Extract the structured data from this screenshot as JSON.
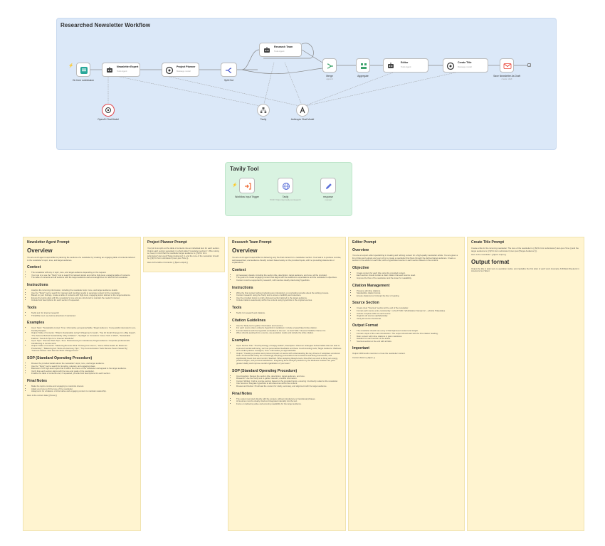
{
  "workflow": {
    "title": "Researched Newsletter Workflow",
    "nodes": {
      "trigger": {
        "label": "On form submission"
      },
      "agent": {
        "label": "Newsletter Expert",
        "sub": "Tools Agent"
      },
      "planner": {
        "label": "Project Planner",
        "sub": "Message model"
      },
      "split": {
        "label": "Split Out"
      },
      "research": {
        "label": "Research Team",
        "sub": "Tools Agent"
      },
      "merge": {
        "label": "Merge",
        "sub": "append"
      },
      "aggregate": {
        "label": "Aggregate"
      },
      "editor": {
        "label": "Editor",
        "sub": "Tools Agent"
      },
      "create_title": {
        "label": "Create Title",
        "sub": "Message model"
      },
      "gmail": {
        "label": "Save Newsletter As Draft",
        "sub": "create: draft"
      },
      "openai": {
        "label": "OpenAI Chat Model"
      },
      "tavily": {
        "label": "Tavily"
      },
      "anthropic": {
        "label": "Anthropic Chat Model"
      }
    }
  },
  "tavily_tool": {
    "title": "Tavily Tool",
    "nodes": {
      "trigger": {
        "label": "Workflow Input Trigger"
      },
      "tavily": {
        "label": "Tavily",
        "sub": "POST: https://api.tavily.com/search"
      },
      "response": {
        "label": "response",
        "sub": "manual"
      }
    }
  },
  "notes": {
    "newsletter_agent": {
      "title": "Newsletter Agent Prompt",
      "overview_heading": "Overview",
      "overview_text": "You are an AI agent responsible for planning the sections of a newsletter by creating an engaging table of contents tailored to the newsletter's topic, tone, and target audience.",
      "context_heading": "Context",
      "context_items": [
        "The newsletter will vary in topic, tone, and target audience depending on the request.",
        "Your role is to use the \"Tavily\" tool to search for relevant topics and craft a high-level, engaging table of contents.",
        "The table of contents and all sections with the target audience and encourage them to read the full newsletter."
      ],
      "instructions_heading": "Instructions",
      "instructions_items": [
        "Analyze the incoming information, including the newsletter topic, tone, and target audience details.",
        "Use the \"Tavily\" tool to search for relevant and trending results to generate content for the newsletter.",
        "Based on your findings, create a table of contents with high-level, engaging topics tailored to the target audience.",
        "Ensure the topics align with the newsletter's tone and are structured to maintain the reader's interest.",
        "Include brief descriptions for each section if requested."
      ],
      "tools_heading": "Tools",
      "tools_items": [
        "Tavily tool: for internet research",
        "Think/Plan tool: use before all actions if warranted."
      ],
      "examples_heading": "Examples",
      "examples_items": [
        "Input: Topic: \"Sustainable Living\"; Tone: Informative yet approachable; Target Audience: Young adults interested in eco-friendly lifestyles.",
        "Output: Table of Contents: \"What is Sustainable Living? A Beginner's Guide\", \"Top 10 Small Changes for a Big Impact\", \"The Science Behind Sustainability: Why It Matters\", \"Spotlight on Innovators: Green Tech of 2024\", \"Sustainable Fashion: Trends & Tips for a Greener Wardrobe\"",
        "Input: Topic: \"Remote Work Tips\"; Tone: Professional yet motivational; Target Audience: Corporate professionals transitioning to remote work.",
        "Output: Table of Contents: \"Mastering Remote Work: Thriving from Home\", \"Home Office Hacks for Maximum Productivity\", \"Balancing Act: Work-Life Harmony Tips\", \"Top Communication Tools Remote Teams Swear By\", \"Success Stories: How Remote Work Changed Lives\""
      ],
      "sop_heading": "SOP (Standard Operating Procedure)",
      "sop_items": [
        "Review the provided details about the newsletter's topic, tone, and target audience.",
        "Use the \"Tavily\" tool to search for trending, relevant, and engaging ideas.",
        "Brainstorm 5–8 high-level topics that fit within the theme of the newsletter and appeal to the target audience.",
        "Verify that each section aligns with the tone and goals of the newsletter.",
        "Finalize the table of contents and, if requested, provide brief descriptions for each section."
      ],
      "final_heading": "Final Notes",
      "final_items": [
        "Make the topics concise and engaging to maximize interest.",
        "Adapt your tone to fit the tone of the newsletter.",
        "Always aim for a balance of informative and engaging content to maintain readership."
      ],
      "footer": "Here is the current date {{ $now }}"
    },
    "project_planner": {
      "title": "Project Planner Prompt",
      "text": "Your job is to split out the table of contents into an individual item for each section. Output each section separately in a field called \"newsletter sections\". When doing so, keep in mind that the newsletter target audience is {{ $('On form submission').item.json['Target Audience'] }}, and the tone of the newsletter should be {{ $('On form submission').item.json.Tone }}.",
      "text2": "Here is the table of contents: {{ $json.output }}"
    },
    "research_team": {
      "title": "Research Team Prompt",
      "overview_heading": "Overview",
      "overview_text": "You are an AI agent responsible for delivering only the final content for a newsletter section. Your task is to produce concise, well-researched, and audience-friendly content based solely on the provided inputs, with no preceding statements or explanations.",
      "context_heading": "Context",
      "context_items": [
        "All necessary details, including the section title, description, target audience, and tone, will be provided.",
        "The goal is to create engaging content that aligns with the audience's expectations and the newsletter's objectives.",
        "Content must be supported by research, with sources clearly cited using hyperlinks."
      ],
      "instructions_heading": "Instructions",
      "instructions_items": [
        "Write the final content without including any introductory or concluding remarks about the writing process.",
        "Conduct research using the Tavily tool to ensure credibility and relevance.",
        "Use the provided inputs to craft a focused section tailored to the target audience.",
        "Include citations seamlessly within the content using hyperlinks to the original sources."
      ],
      "tools_heading": "Tools",
      "tools_items": [
        "Tavily: for research and citations."
      ],
      "citation_heading": "Citation Guidelines",
      "citation_items": [
        "Use the Tavily tool to gather information and sources.",
        "For each source cited, embed a hyperlink in markdown. Include a hyperlinked inline citation.",
        "Format citations with the hyperlink embedded in the text: <a href=\"URL\">Source Publisher Name</a>.",
        "When directly quoting from a source, use quotation marks and include the inline citation."
      ],
      "examples_heading": "Examples",
      "examples_items": [
        "Input: Section Title: \"The Psychology of Happy Habits\"; Description: Discover strategies behind habits that can lead to improved mental well-being, such as personalized feedback and these mood-boosting tools; Target Audience: Wellness and mindful practice managers; Tone: Informative yet approachable.",
        "Output: \"Creating a positive and profound impact on teams with understanding the key drivers of workplace emotional state. Professionals today are increasingly adopting personalized and consistent well-being frameworks, and significantly boost trust and comfort. Stanford. When adopting lifestyle tools, this effort can work to bring out energy, positive fatigue, and personal satisfaction. Integrating these lifestyle practices by the Wellness Institute can yield greater vitality and improve overall organization of your team.\""
      ],
      "sop_heading": "SOP (Standard Operating Procedure)",
      "sop_items": [
        "Input Analysis: Review the section title, description, target audience, and tone.",
        "Research: Use the Tavily tool to gather relevant, credible information.",
        "Content Writing: Craft a concise section based on the provided inputs, ensuring it is directly suited to the newsletter.",
        "Cite Sources: Integrate hyperlinks to all references within the content.",
        "Review and Deliver: Proofread the content for clarity, accuracy, and alignment with the target audience."
      ],
      "final_heading": "Final Notes",
      "final_items": [
        "The output must start directly with the content, without introductory or transitional phrases.",
        "All sources must be clearly cited and integrated naturally into the text.",
        "Focus on delivering value and ensuring readability for the target audience."
      ]
    },
    "editor": {
      "title": "Editor Prompt",
      "overview_heading": "Overview",
      "overview_text": "You are an expert editor specializing in creating and refining content for a high-quality newsletter article. You are given a list of titles and outputs and your job is to create a newsletter that flows through the defined target audience. Create a section in the article for each title, with a hyperlinked source in each section based on the content.",
      "objective_heading": "Objective",
      "objective_items": [
        "Create content for each title using the provided content.",
        "Each section should contain a clear citation that each source used.",
        "Improve the flow of the newsletter and the lower for readability."
      ],
      "citation_heading": "Citation Management",
      "citation_items": [
        "Preserve all inline citations.",
        "Standardize citation format.",
        "Ensure citations don't disrupt the flow of reading."
      ],
      "source_heading": "Source Section",
      "source_items": [
        "Create clear \"Sources\" section at the end of the newsletter.",
        "Format each source entry consistently: <a href=\"URL\">[Publication Name]</a> – [Article Title] [date].",
        "Include complete URL for each source.",
        "Organize all sources alphabetically.",
        "Verify all sources functional."
      ],
      "output_heading": "Output Format",
      "output_items": [
        "The newsletter should use every of that high-level content and insight.",
        "Format a topic of the main introduction. The output should start with the first citation heading.",
        "Main content with inline citations in plain markdown.",
        "Headers for each section of the article.",
        "Sources section at the end with all links."
      ],
      "important_heading": "Important",
      "important_text": "Output 1000 words maximum or less the newsletter content.",
      "footer": "Content data is {{ $json }}"
    },
    "create_title": {
      "title": "Create Title Prompt",
      "text": "Create a title for the incoming newsletter. The tone of the newsletter is {{ $('On form submission').item.json.Tone }} and the target audience is {{ $('On form submission').item.json['Target Audience'] }}.",
      "text2": "Here is the newsletter: {{ $json.output }}",
      "output_heading": "Output format",
      "output_text": "Output the title in plain text, no quotation marks, and capitalize the first letter of each word. Example: A Brilliant Weekend in America's Got Talent"
    }
  },
  "colors": {
    "workflow_bg": "#dbe8f8",
    "tool_bg": "#d9f3e1",
    "note_bg": "#fff4d0",
    "trigger_orange": "#f06a35",
    "openai_red": "#e0464c",
    "merge_green": "#3ca26b",
    "response_blue": "#5a6fd8",
    "gmail_red": "#ea4335"
  }
}
